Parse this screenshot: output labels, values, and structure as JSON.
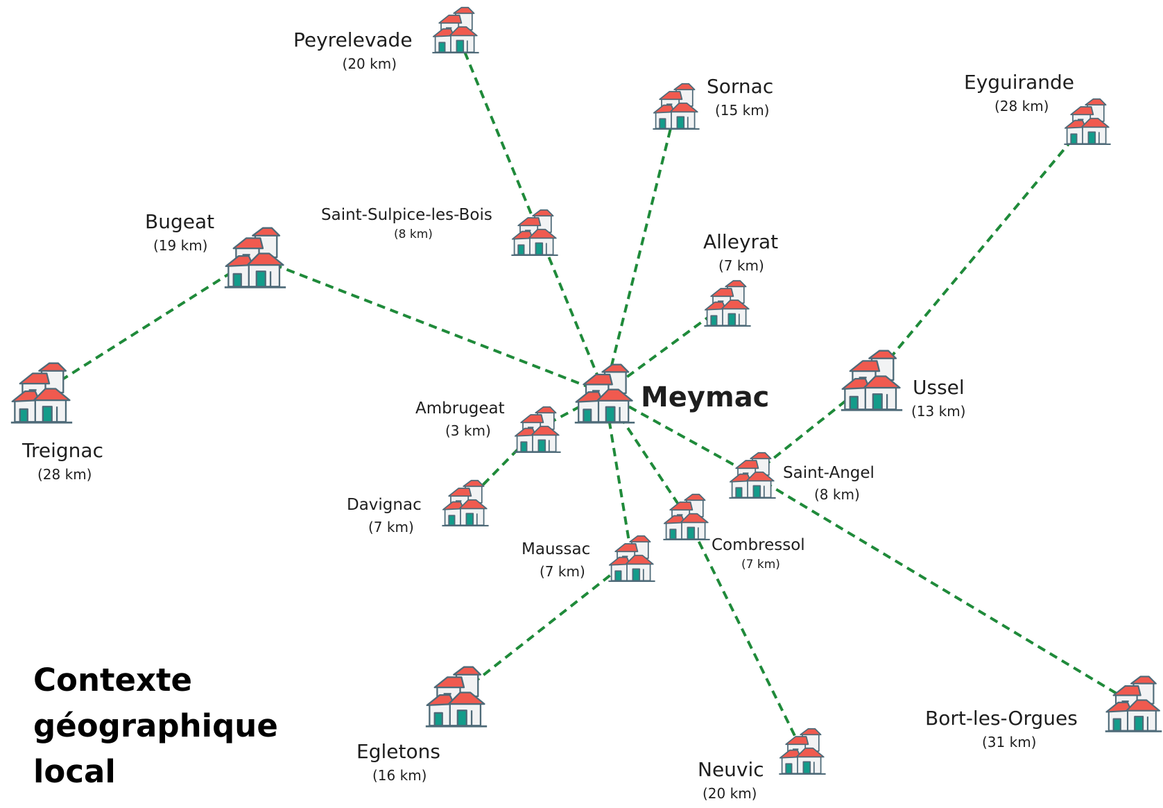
{
  "title": {
    "line1": "Contexte",
    "line2": "géographique",
    "line3": "local"
  },
  "center": {
    "name": "Meymac"
  },
  "towns": [
    {
      "id": "peyrelevade",
      "name": "Peyrelevade",
      "distance": "(20 km)"
    },
    {
      "id": "sornac",
      "name": "Sornac",
      "distance": "(15 km)"
    },
    {
      "id": "eyguirande",
      "name": "Eyguirande",
      "distance": "(28 km)"
    },
    {
      "id": "saint-sulpice-les-bois",
      "name": "Saint-Sulpice-les-Bois",
      "distance": "(8 km)"
    },
    {
      "id": "bugeat",
      "name": "Bugeat",
      "distance": "(19 km)"
    },
    {
      "id": "alleyrat",
      "name": "Alleyrat",
      "distance": "(7 km)"
    },
    {
      "id": "treignac",
      "name": "Treignac",
      "distance": "(28 km)"
    },
    {
      "id": "ussel",
      "name": "Ussel",
      "distance": "(13 km)"
    },
    {
      "id": "ambrugeat",
      "name": "Ambrugeat",
      "distance": "(3 km)"
    },
    {
      "id": "saint-angel",
      "name": "Saint-Angel",
      "distance": "(8 km)"
    },
    {
      "id": "davignac",
      "name": "Davignac",
      "distance": "(7 km)"
    },
    {
      "id": "combressol",
      "name": "Combressol",
      "distance": "(7 km)"
    },
    {
      "id": "maussac",
      "name": "Maussac",
      "distance": "(7 km)"
    },
    {
      "id": "egletons",
      "name": "Egletons",
      "distance": "(16 km)"
    },
    {
      "id": "neuvic",
      "name": "Neuvic",
      "distance": "(20 km)"
    },
    {
      "id": "bort-les-orgues",
      "name": "Bort-les-Orgues",
      "distance": "(31 km)"
    }
  ],
  "colors": {
    "link": "#1f8a3a",
    "roof": "#f05a4f",
    "wall": "#f2f3f4",
    "door": "#139c8a",
    "outline": "#4e6a78"
  },
  "icon": "village-houses-icon"
}
